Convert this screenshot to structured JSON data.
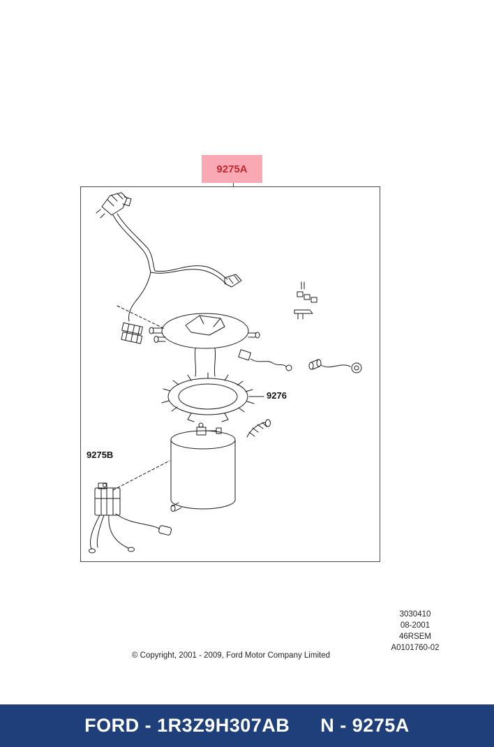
{
  "header": {
    "highlight_label": "9275A"
  },
  "diagram": {
    "callout_9276": "9276",
    "callout_9275b": "9275B"
  },
  "footer": {
    "codes": [
      "3030410",
      "08-2001",
      "46RSEM",
      "A0101760-02"
    ],
    "copyright": "© Copyright, 2001 - 2009, Ford Motor Company Limited"
  },
  "bottom_bar": {
    "left": "FORD - 1R3Z9H307AB",
    "right": "N - 9275A"
  },
  "colors": {
    "highlight_bg": "#f8a9b3",
    "highlight_text": "#c1272d",
    "bar_bg": "#1e3f7a"
  }
}
